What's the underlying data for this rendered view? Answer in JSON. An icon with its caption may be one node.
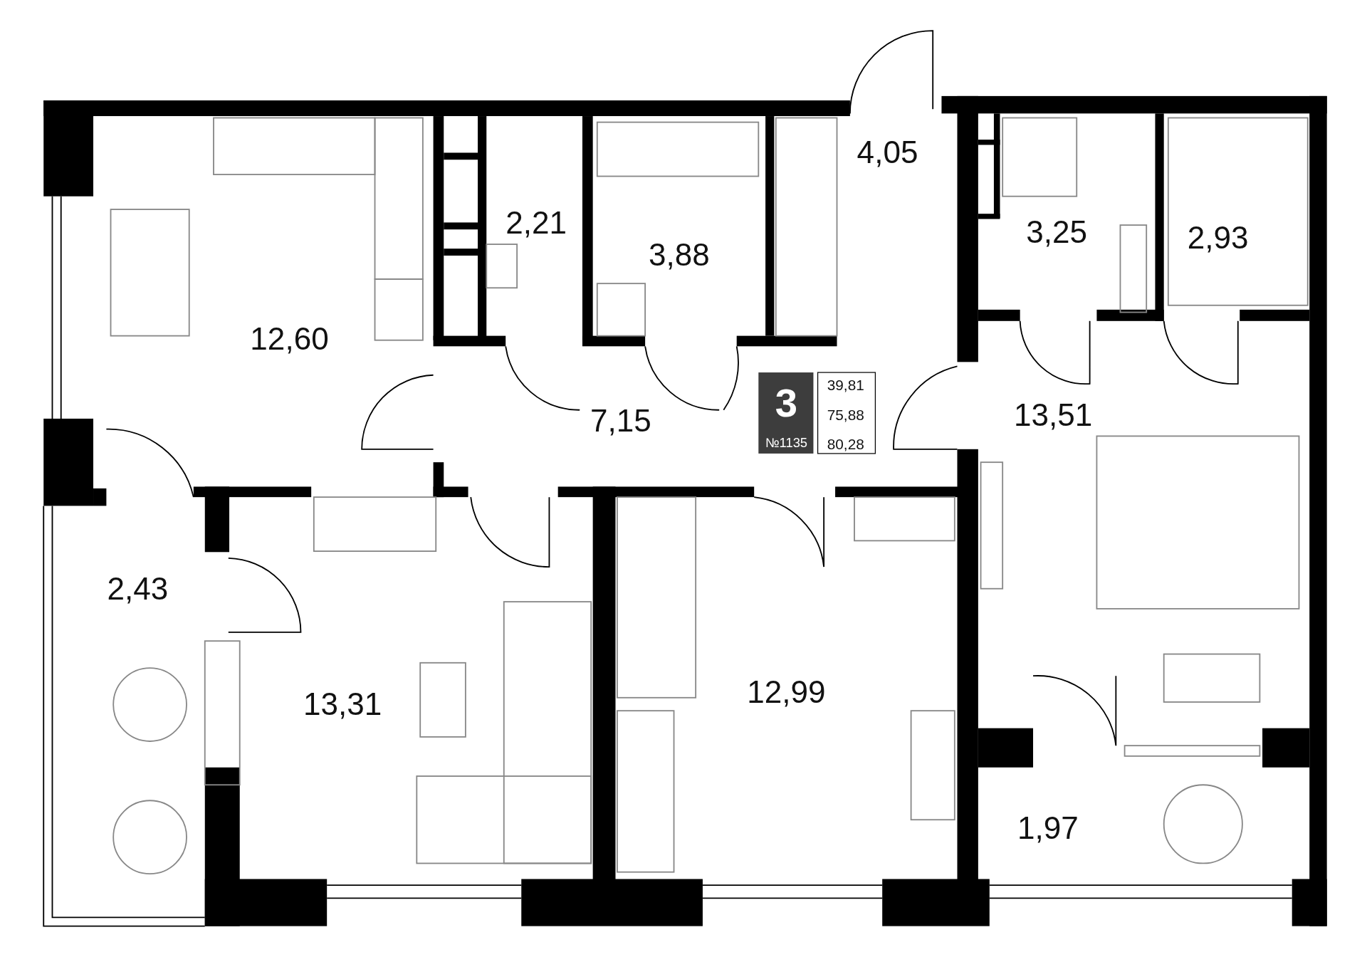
{
  "diagram": {
    "labels": [
      "4,05",
      "2,21",
      "3,25",
      "2,93",
      "3,88",
      "12,60",
      "3",
      "39,81",
      "75,88",
      "13,51",
      "7,15",
      "№1135",
      "80,28",
      "2,43",
      "13,31",
      "12,99",
      "1,97"
    ]
  }
}
